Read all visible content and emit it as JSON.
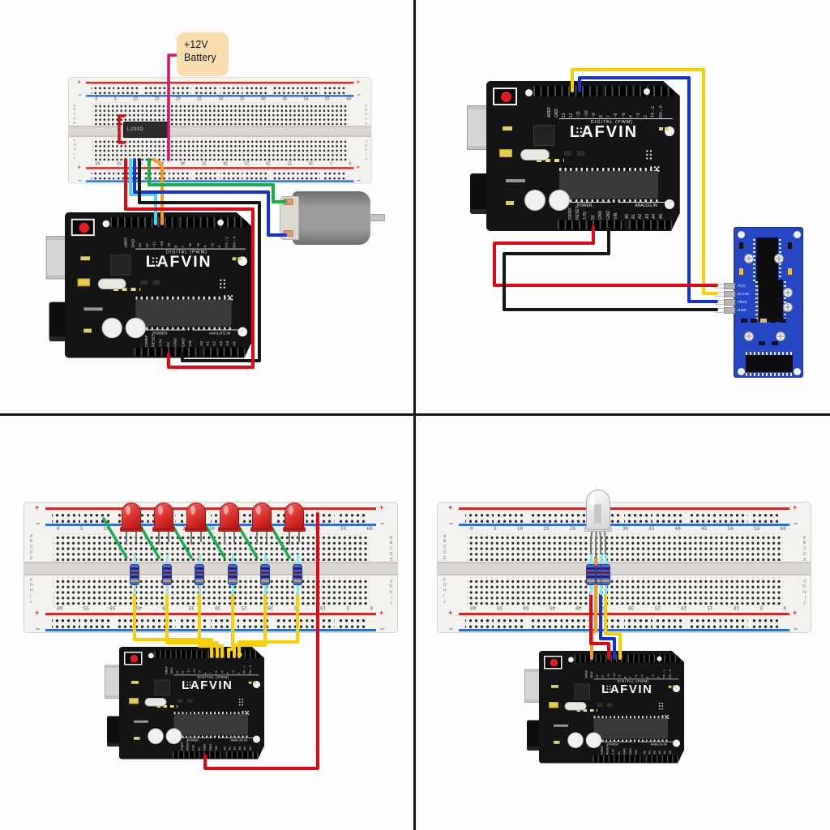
{
  "palette": {
    "red": "#e30613",
    "black": "#161616",
    "yellow": "#f6d000",
    "blue": "#1632cf",
    "cyan": "#46d7e8",
    "green": "#17af4e",
    "orange": "#f59a22",
    "magenta": "#d5156e",
    "leg": "#777777"
  },
  "battery_label": {
    "line1": "+12V",
    "line2": "Battery"
  },
  "l293d_chip_label": "L293D",
  "sensor_module": {
    "pin_labels": [
      "VCC",
      "ECHO",
      "TRIG",
      "GND"
    ]
  },
  "arduino": {
    "brand": "LAFVIN",
    "digital_header_label": "DIGITAL  (PWM)",
    "power_header_label": "POWER",
    "analog_header_label": "ANALOG IN",
    "top_pins": [
      "AREF",
      "GND",
      "13",
      "12",
      "~11",
      "~10",
      "~9",
      "8",
      "7",
      "~6",
      "~5",
      "4",
      "~3",
      "2",
      "TX→1",
      "RX←0"
    ],
    "power_pins": [
      "IOREF",
      "RESET",
      "3.3V",
      "5V",
      "GND",
      "GND",
      "VIN"
    ],
    "analog_pins": [
      "A0",
      "A1",
      "A2",
      "A3",
      "A4",
      "A5"
    ]
  },
  "breadboard": {
    "column_numbers": [
      "0",
      "5",
      "10",
      "15",
      "20",
      "25",
      "30",
      "35",
      "40",
      "45",
      "50",
      "55",
      "60"
    ],
    "row_letters_top": [
      "A",
      "B",
      "C",
      "D",
      "E"
    ],
    "row_letters_bottom": [
      "F",
      "G",
      "H",
      "I",
      "J"
    ],
    "positive_sign": "+",
    "negative_sign": "−"
  }
}
